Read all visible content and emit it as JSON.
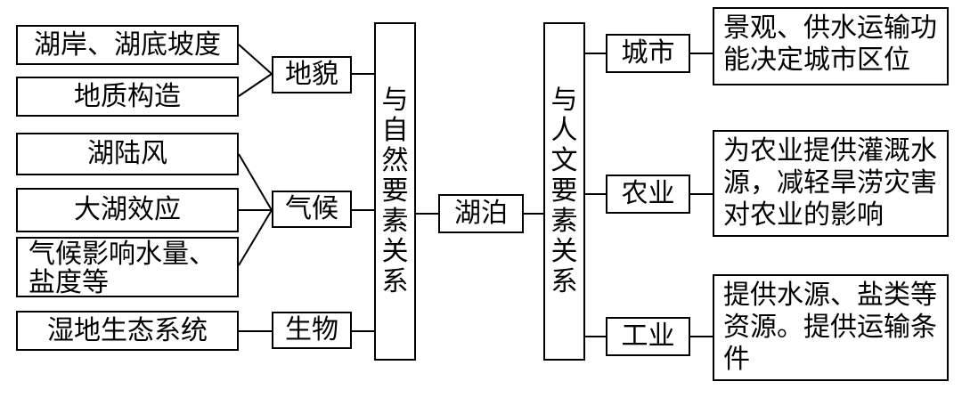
{
  "lake": "湖泊",
  "natural": {
    "label": "与自然要素关系",
    "groups": [
      {
        "label": "地貌",
        "items": [
          "湖岸、湖底坡度",
          "地质构造"
        ]
      },
      {
        "label": "气候",
        "items": [
          "湖陆风",
          "大湖效应",
          "气候影响水量、盐度等"
        ]
      },
      {
        "label": "生物",
        "items": [
          "湿地生态系统"
        ]
      }
    ]
  },
  "human": {
    "label": "与人文要素关系",
    "groups": [
      {
        "label": "城市",
        "desc": "景观、供水运输功能决定城市区位"
      },
      {
        "label": "农业",
        "desc": "为农业提供灌溉水源，减轻旱涝灾害对农业的影响"
      },
      {
        "label": "工业",
        "desc": "提供水源、盐类等资源。提供运输条件"
      }
    ]
  }
}
